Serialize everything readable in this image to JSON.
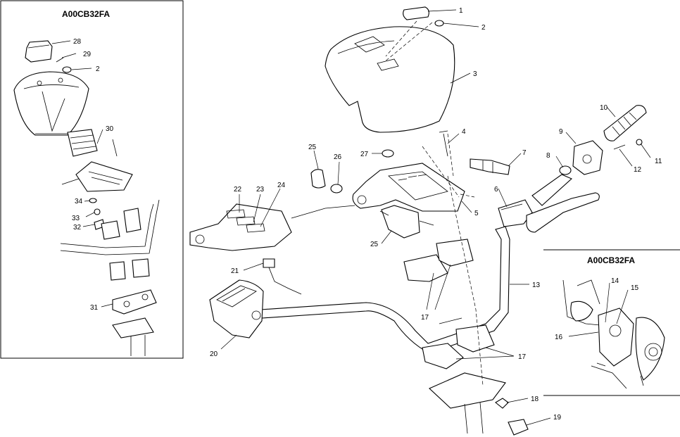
{
  "diagram": {
    "inset_left_title": "A00CB32FA",
    "inset_right_title": "A00CB32FA",
    "callouts": {
      "c1": "1",
      "c2": "2",
      "c3": "3",
      "c4": "4",
      "c5": "5",
      "c6": "6",
      "c7": "7",
      "c8": "8",
      "c9": "9",
      "c10": "10",
      "c11": "11",
      "c12": "12",
      "c13": "13",
      "c14": "14",
      "c15": "15",
      "c16": "16",
      "c17a": "17",
      "c17b": "17",
      "c18": "18",
      "c19": "19",
      "c20": "20",
      "c21": "21",
      "c22": "22",
      "c23": "23",
      "c24": "24",
      "c25a": "25",
      "c25b": "25",
      "c26": "26",
      "c27": "27",
      "c28": "28",
      "c29": "29",
      "c2i": "2",
      "c30": "30",
      "c31": "31",
      "c32": "32",
      "c33": "33",
      "c34": "34"
    }
  }
}
